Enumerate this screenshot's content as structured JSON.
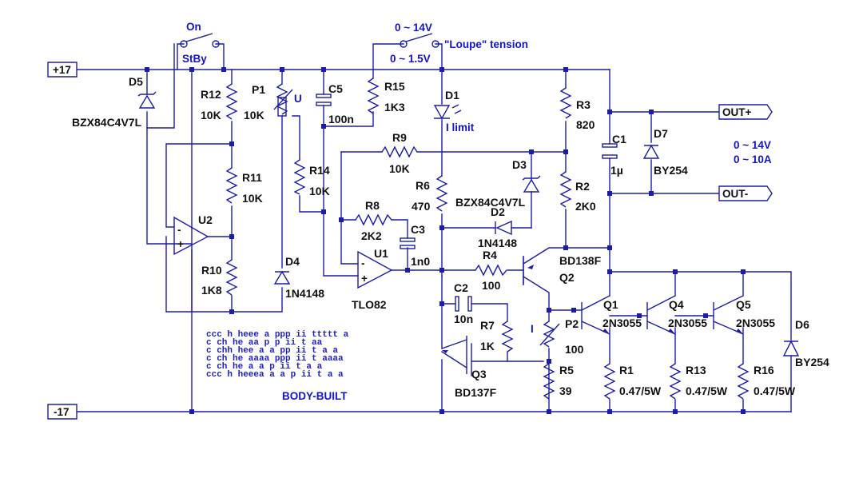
{
  "labels": {
    "on": "On",
    "stby": "StBy",
    "sw2_top": "0 ~ 14V",
    "sw2_bottom": "0 ~ 1.5V",
    "loupe": "\"Loupe\" tension",
    "u": "U",
    "i": "I",
    "i_limit": "I limit",
    "spec_v": "0 ~ 14V",
    "spec_a": "0 ~ 10A",
    "body_built": "BODY-BUILT"
  },
  "signals": {
    "p17": "+17",
    "m17": "-17",
    "out_plus": "OUT+",
    "out_minus": "OUT-"
  },
  "components": {
    "D5": "D5",
    "D5_v": "BZX84C4V7L",
    "R12": "R12",
    "R12_v": "10K",
    "P1": "P1",
    "P1_v": "10K",
    "C5": "C5",
    "C5_v": "100n",
    "R15": "R15",
    "R15_v": "1K3",
    "D1": "D1",
    "R3": "R3",
    "R3_v": "820",
    "C1": "C1",
    "C1_v": "1µ",
    "D7": "D7",
    "D7_v": "BY254",
    "R9": "R9",
    "R9_v": "10K",
    "D3": "D3",
    "D3_v": "BZX84C4V7L",
    "R11": "R11",
    "R11_v": "10K",
    "R14": "R14",
    "R14_v": "10K",
    "R6": "R6",
    "R6_v": "470",
    "R2": "R2",
    "R2_v": "2K0",
    "U2": "U2",
    "R8": "R8",
    "R8_v": "2K2",
    "D2": "D2",
    "D2_v": "1N4148",
    "C3": "C3",
    "C3_v": "1n0",
    "U1": "U1",
    "U1_v": "TLO82",
    "R4": "R4",
    "R4_v": "100",
    "Q2": "Q2",
    "Q2_v": "BD138F",
    "R10": "R10",
    "R10_v": "1K8",
    "D4": "D4",
    "D4_v": "1N4148",
    "C2": "C2",
    "C2_v": "10n",
    "R7": "R7",
    "R7_v": "1K",
    "P2": "P2",
    "P2_v": "100",
    "Q1": "Q1",
    "Q1_v": "2N3055",
    "Q4": "Q4",
    "Q4_v": "2N3055",
    "Q5": "Q5",
    "Q5_v": "2N3055",
    "D6": "D6",
    "D6_v": "BY254",
    "Q3": "Q3",
    "Q3_v": "BD137F",
    "R5": "R5",
    "R5_v": "39",
    "R1": "R1",
    "R1_v": "0.47/5W",
    "R13": "R13",
    "R13_v": "0.47/5W",
    "R16": "R16",
    "R16_v": "0.47/5W"
  },
  "ascii_art": [
    "ccc h    heee  a   ppp  ii ttttt  a",
    "c     ch    he      aa   p   p  ii     t     aa",
    "c     chh hee    a  a   pp   ii     t     a  a",
    "c     ch    he     aaaa  ppp  ii     t     aaaa",
    "c     ch    he     a   a  p     ii     t     a   a",
    "ccc  h    heeea  a   a  p     ii     t     a   a"
  ],
  "colors": {
    "wire": "#1c1caa",
    "node": "#1c1caa",
    "label_text": "#111111",
    "note_text": "#1414c8"
  }
}
